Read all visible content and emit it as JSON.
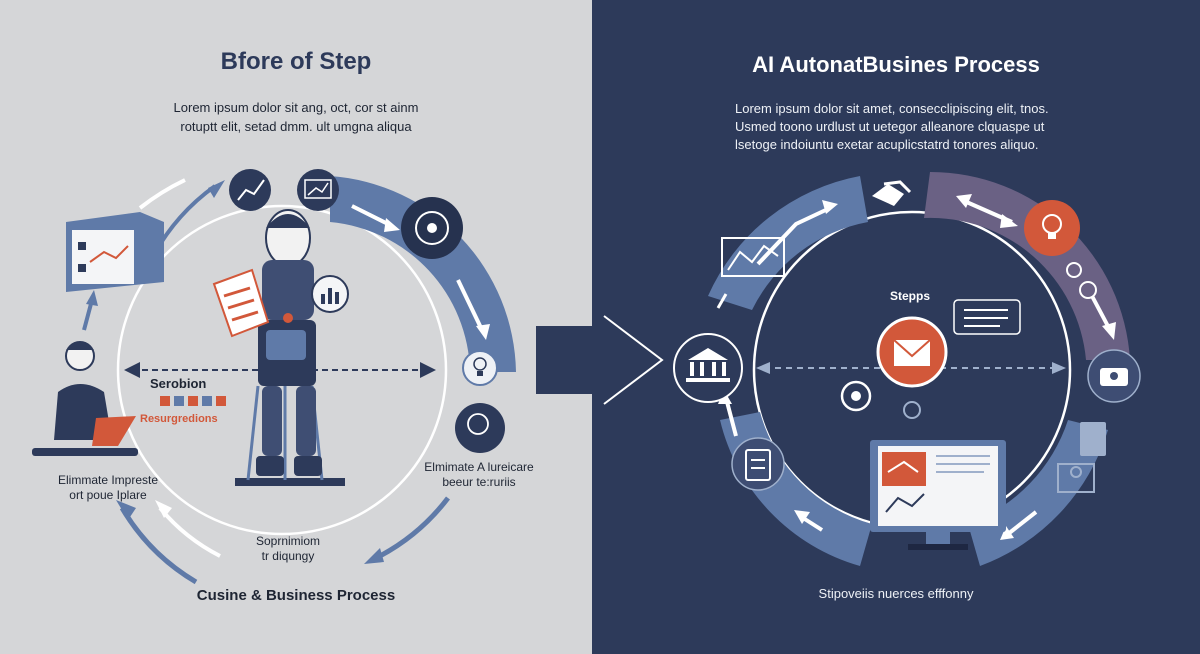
{
  "left": {
    "title": "Bfore of Step",
    "desc_line1": "Lorem ipsum dolor sit ang, oct, cor st ainm",
    "desc_line2": "rotuptt elit, setad dmm. ult umgna aliqua",
    "section_label": "Serobion",
    "resource_label": "Resurgredions",
    "eliminate_left": "Elimmate Impreste\nort poue Iplare",
    "eliminate_right": "Elmimate A lureicare\nbeeur te:ruriis",
    "separation": "Soprnimiom\ntr diqungy",
    "footer": "Cusine & Business Process"
  },
  "right": {
    "title": "AI AutonatBusines Process",
    "desc": "Lorem ipsum dolor sit amet, consecclipiscing elit, tnos. Usmed toono urdlust ut uetegor alleanore clquaspe ut lsetoge indoiuntu exetar acuplicstatrd tonores aliquo.",
    "steps_label": "Stepps",
    "footer": "Stipoveiis nuerces efffonny"
  },
  "colors": {
    "left_bg": "#d5d6d8",
    "right_bg": "#2d3a5a",
    "navy": "#2d3a5a",
    "steel_blue": "#5f7aa8",
    "accent_orange": "#d2583a",
    "arrow_purple": "#6a6184"
  },
  "icons": [
    "line-chart-icon",
    "trend-chart-icon",
    "gear-target-icon",
    "lightbulb-icon",
    "head-profile-icon",
    "document-chart-icon",
    "bank-icon",
    "handshake-icon",
    "idea-bulb-icon",
    "wrench-gear-icon",
    "briefcase-icon",
    "checklist-icon",
    "mail-icon",
    "gears-icon",
    "monitor-icon",
    "robot-icon",
    "person-laptop-icon"
  ]
}
